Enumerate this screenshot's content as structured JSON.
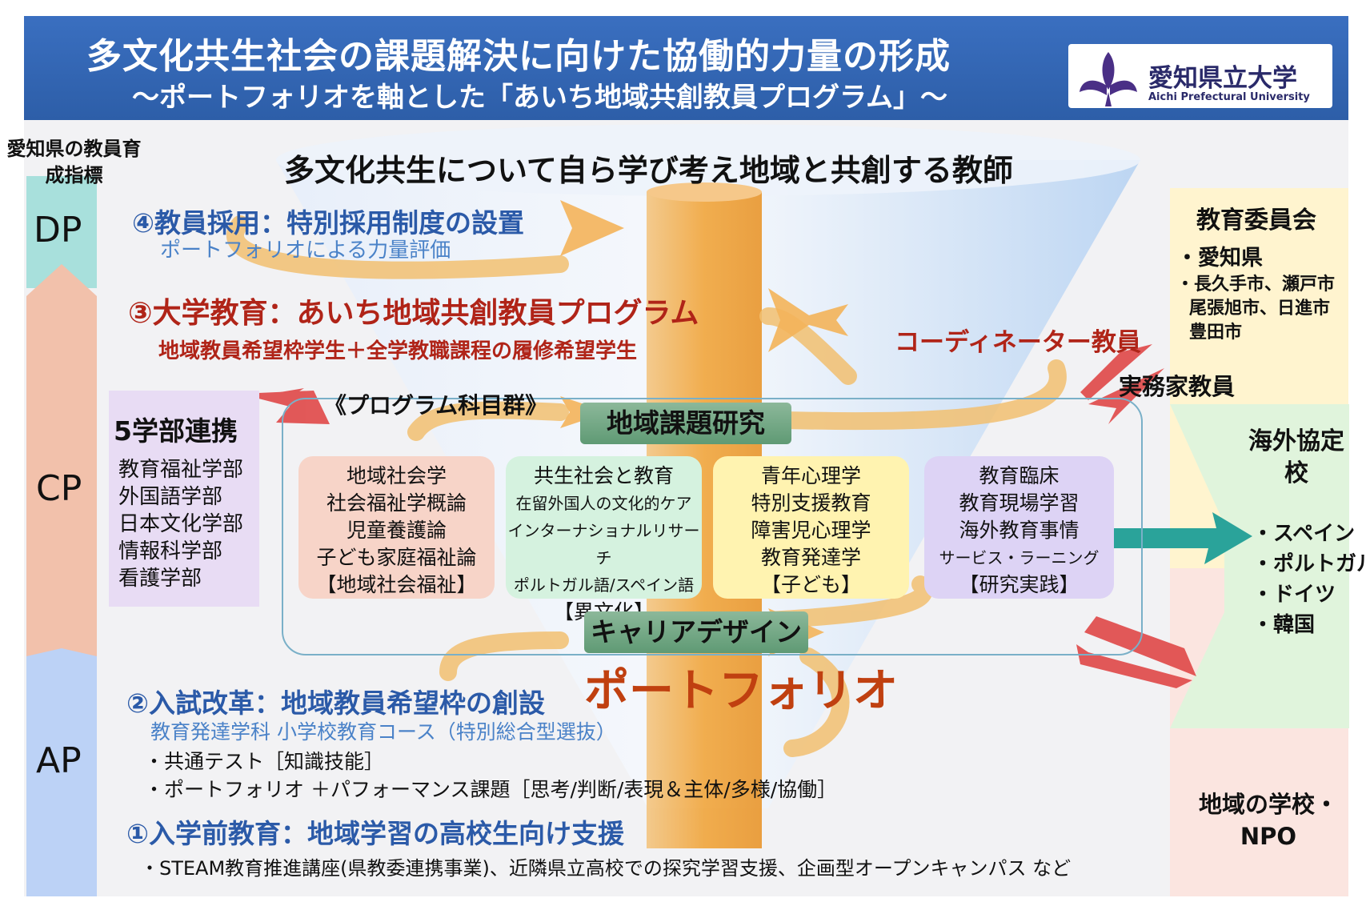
{
  "header": {
    "title": "多文化共生社会の課題解決に向けた協働的力量の形成",
    "subtitle": "〜ポートフォリオを軸とした「あいち地域共創教員プログラム」〜",
    "logo_text": "愛知県立大学",
    "logo_en": "Aichi Prefectural University"
  },
  "axis": {
    "title": "愛知県の教員育成指標",
    "stages": [
      "DP",
      "CP",
      "AP"
    ]
  },
  "goal": "多文化共生について自ら学び考え地域と共創する教師",
  "steps": {
    "step4": {
      "title": "④教員採用：特別採用制度の設置",
      "sub": "ポートフォリオによる力量評価"
    },
    "step3": {
      "title": "③大学教育：あいち地域共創教員プログラム",
      "sub": "地域教員希望枠学生＋全学教職課程の履修希望学生"
    },
    "step2": {
      "title": "②入試改革：地域教員希望枠の創設",
      "sub": "教育発達学科 小学校教育コース（特別総合型選抜）",
      "bullets": [
        "・共通テスト［知識技能］",
        "・ポートフォリオ ＋パフォーマンス課題［思考/判断/表現＆主体/多様/協働］"
      ]
    },
    "step1": {
      "title": "①入学前教育：地域学習の高校生向け支援",
      "sub": "・STEAM教育推進講座(県教委連携事業)、近隣県立高校での探究学習支援、企画型オープンキャンパス など"
    }
  },
  "coordinator": "コーディネーター教員",
  "practitioner": "実務家教員",
  "faculties": {
    "title": "5学部連携",
    "items": [
      "教育福祉学部",
      "外国語学部",
      "日本文化学部",
      "情報科学部",
      "看護学部"
    ]
  },
  "program": {
    "label": "《プログラム科目群》",
    "research_bar": "地域課題研究",
    "career_bar": "キャリアデザイン",
    "portfolio": "ポートフォリオ",
    "categories": [
      {
        "lines": [
          "地域社会学",
          "社会福祉学概論",
          "児童養護論",
          "子ども家庭福祉論",
          "【地域社会福祉】"
        ]
      },
      {
        "lines": [
          "共生社会と教育",
          "在留外国人の文化的ケア",
          "インターナショナルリサーチ",
          "ポルトガル語/スペイン語",
          "【異文化】"
        ]
      },
      {
        "lines": [
          "青年心理学",
          "特別支援教育",
          "障害児心理学",
          "教育発達学",
          "【子ども】"
        ]
      },
      {
        "lines": [
          "教育臨床",
          "教育現場学習",
          "海外教育事情",
          "サービス・ラーニング",
          "【研究実践】"
        ]
      }
    ]
  },
  "right": {
    "board_title": "教育委員会",
    "board_items": [
      "・愛知県",
      "・長久手市、瀬戸市",
      "尾張旭市、日進市",
      "豊田市"
    ],
    "overseas_title": "海外協定校",
    "overseas_items": [
      "・スペイン",
      "・ポルトガル",
      "・ドイツ",
      "・韓国"
    ],
    "local_title": "地域の学校・NPO"
  },
  "colors": {
    "header": "#2d5ea8",
    "step_blue": "#2b5aa8",
    "step_red": "#b02418",
    "pillar": "#f0a030",
    "arrow_red": "#e04848",
    "arrow_teal": "#2aa39a"
  }
}
